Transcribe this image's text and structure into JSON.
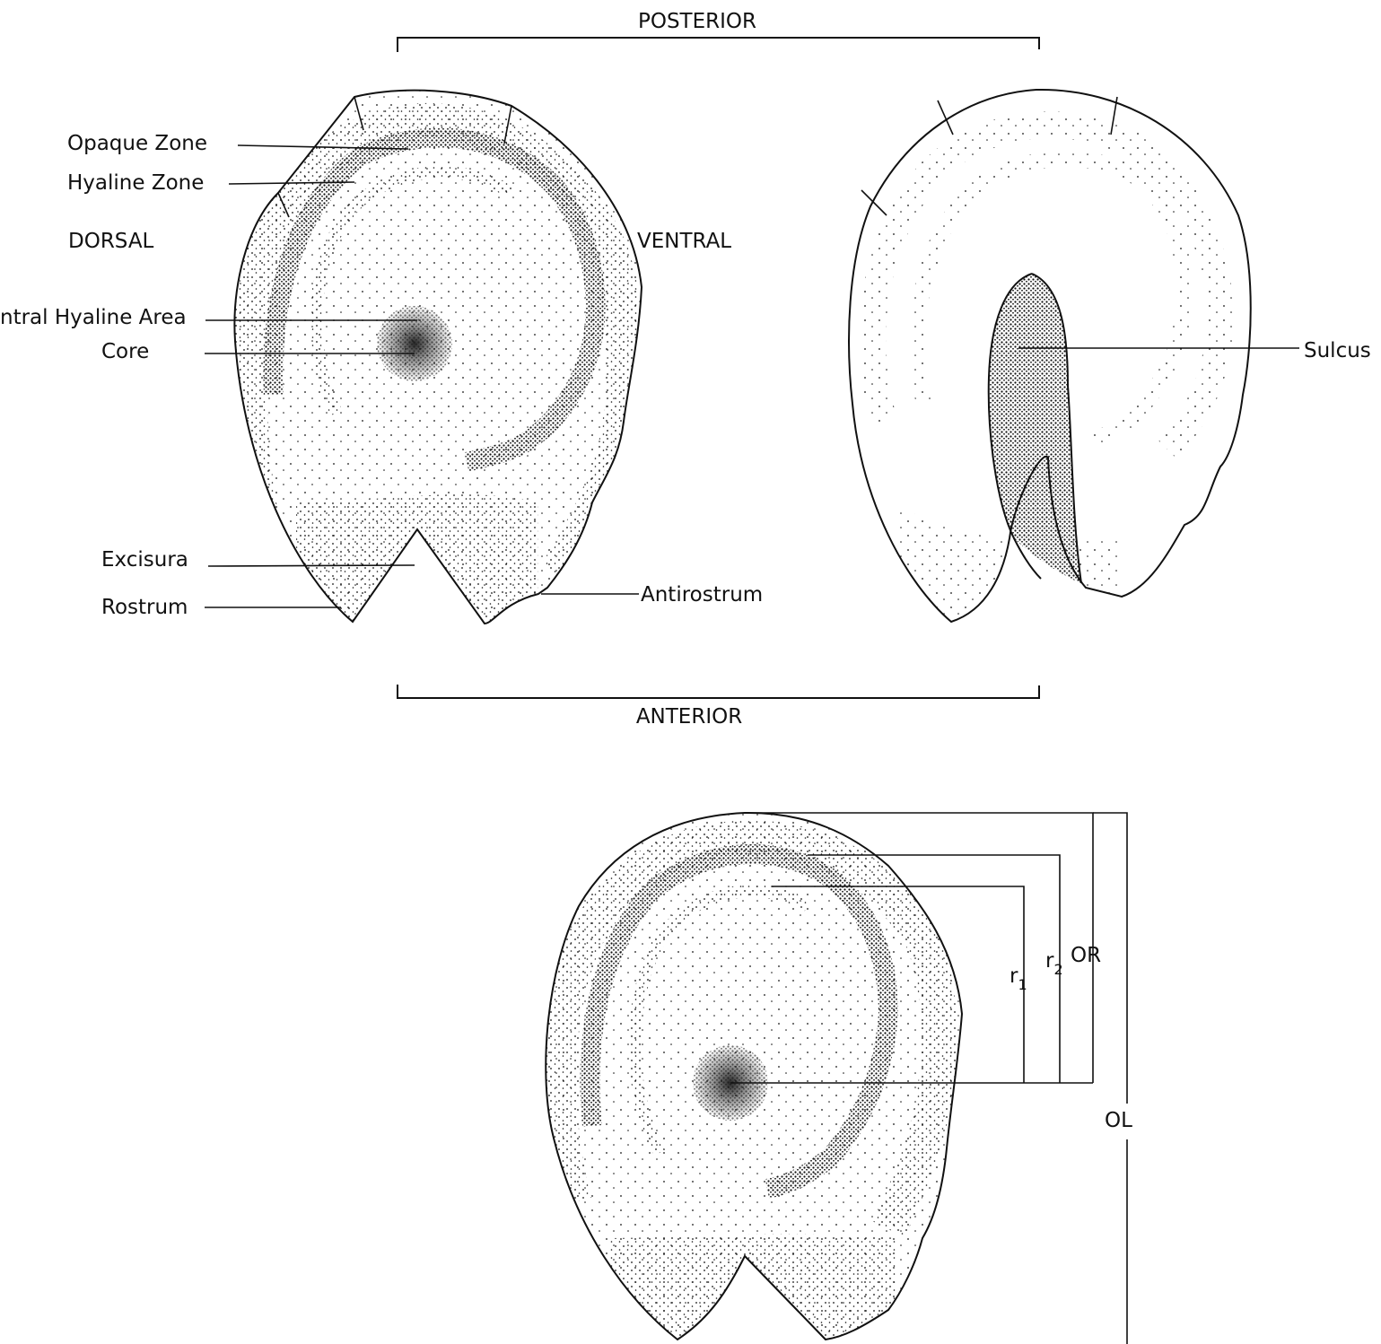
{
  "orientation": {
    "top": "POSTERIOR",
    "bottom": "ANTERIOR",
    "left": "DORSAL",
    "right": "VENTRAL"
  },
  "labels": {
    "opaque_zone": "Opaque Zone",
    "hyaline_zone": "Hyaline Zone",
    "central_hyaline_area": "ntral Hyaline Area",
    "core": "Core",
    "excisura": "Excisura",
    "rostrum": "Rostrum",
    "antirostrum": "Antirostrum",
    "sulcus": "Sulcus"
  },
  "measurements": {
    "r1_base": "r",
    "r1_sub": "1",
    "r2_base": "r",
    "r2_sub": "2",
    "otolith_radius": "OR",
    "otolith_length": "OL"
  },
  "colors": {
    "ink": "#111111",
    "paper": "#ffffff"
  }
}
